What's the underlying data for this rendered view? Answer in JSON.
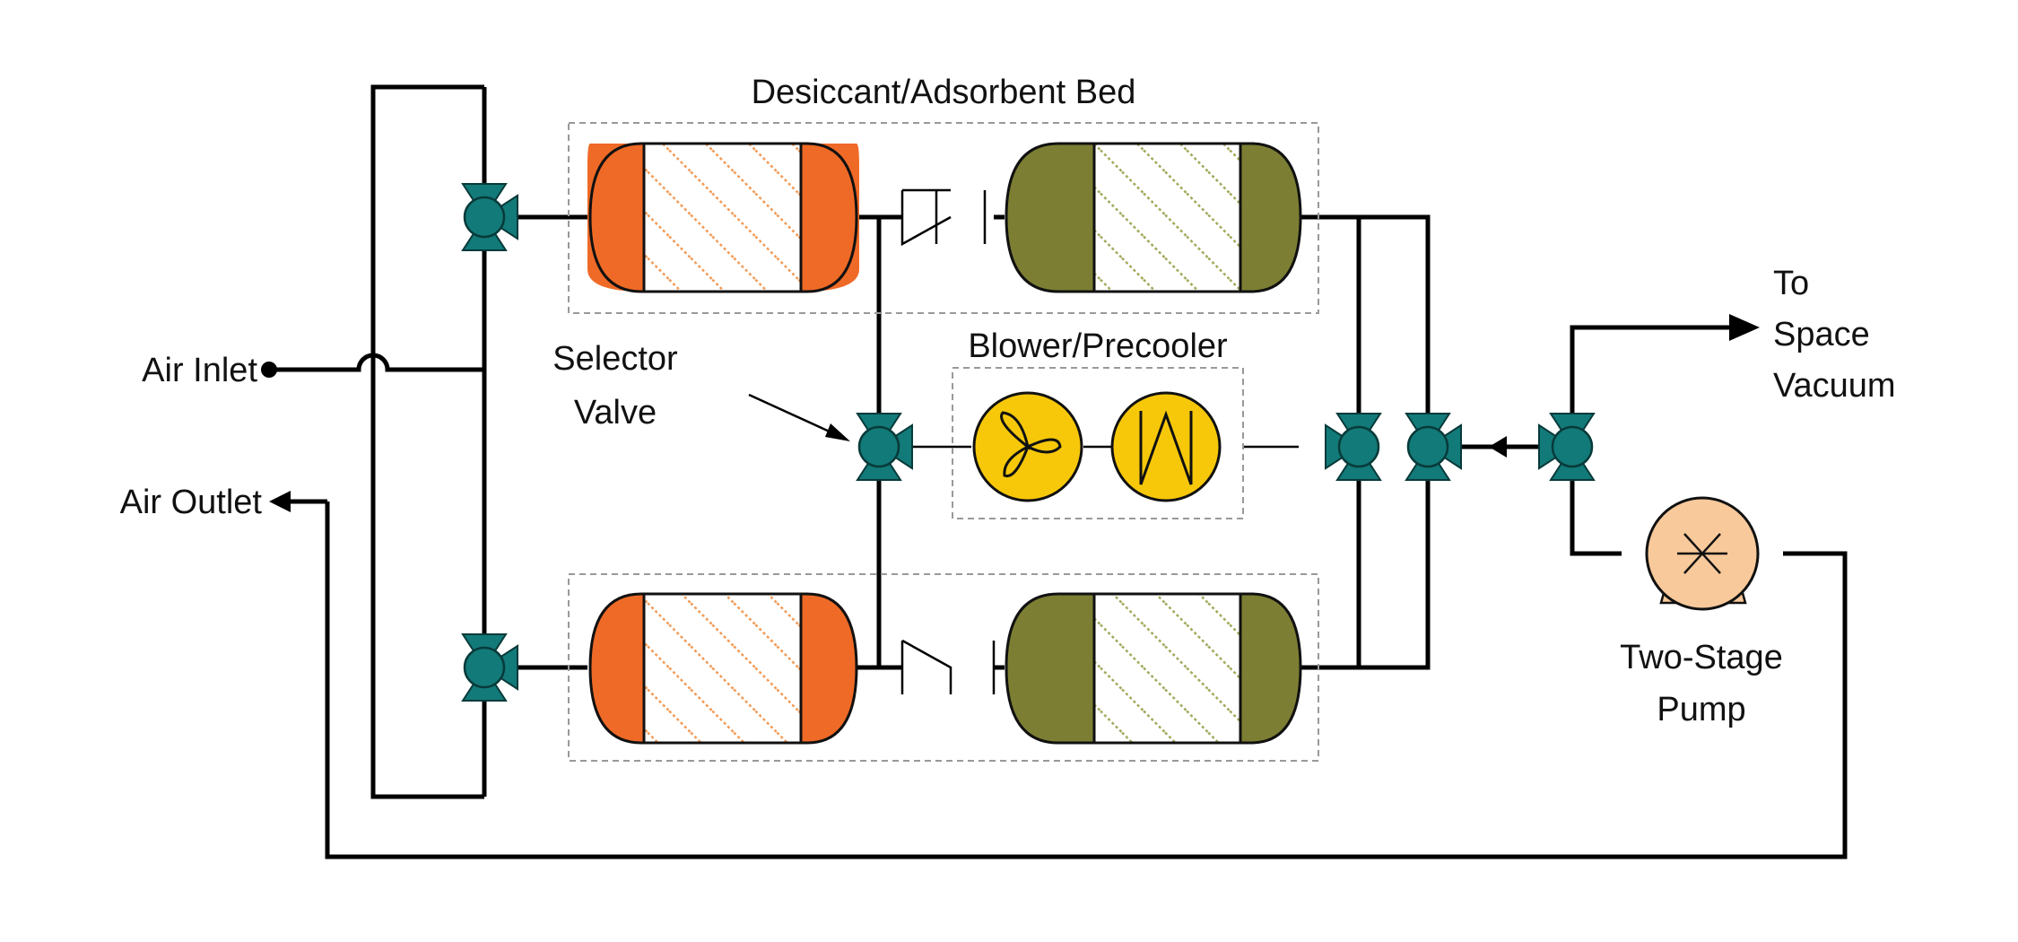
{
  "labels": {
    "bed_group": "Desiccant/Adsorbent Bed",
    "blower_group": "Blower/Precooler",
    "selector_line1": "Selector",
    "selector_line2": "Valve",
    "air_inlet": "Air Inlet",
    "air_outlet": "Air Outlet",
    "space_line1": "To",
    "space_line2": "Space",
    "space_line3": "Vacuum",
    "pump_line1": "Two-Stage",
    "pump_line2": "Pump"
  },
  "colors": {
    "valve": "#127a78",
    "desiccant_bed": "#ef6a27",
    "adsorbent_bed": "#7c7f33",
    "blower": "#f7c80a",
    "pump": "#f8c99a",
    "desiccant_stripe": "#f29a55",
    "adsorbent_stripe": "#a3a85a"
  },
  "icons": [
    "three-way-valve-icon",
    "check-valve-icon",
    "fan-icon",
    "heat-exchanger-icon",
    "vacuum-pump-icon",
    "desiccant-bed-icon",
    "adsorbent-bed-icon"
  ]
}
